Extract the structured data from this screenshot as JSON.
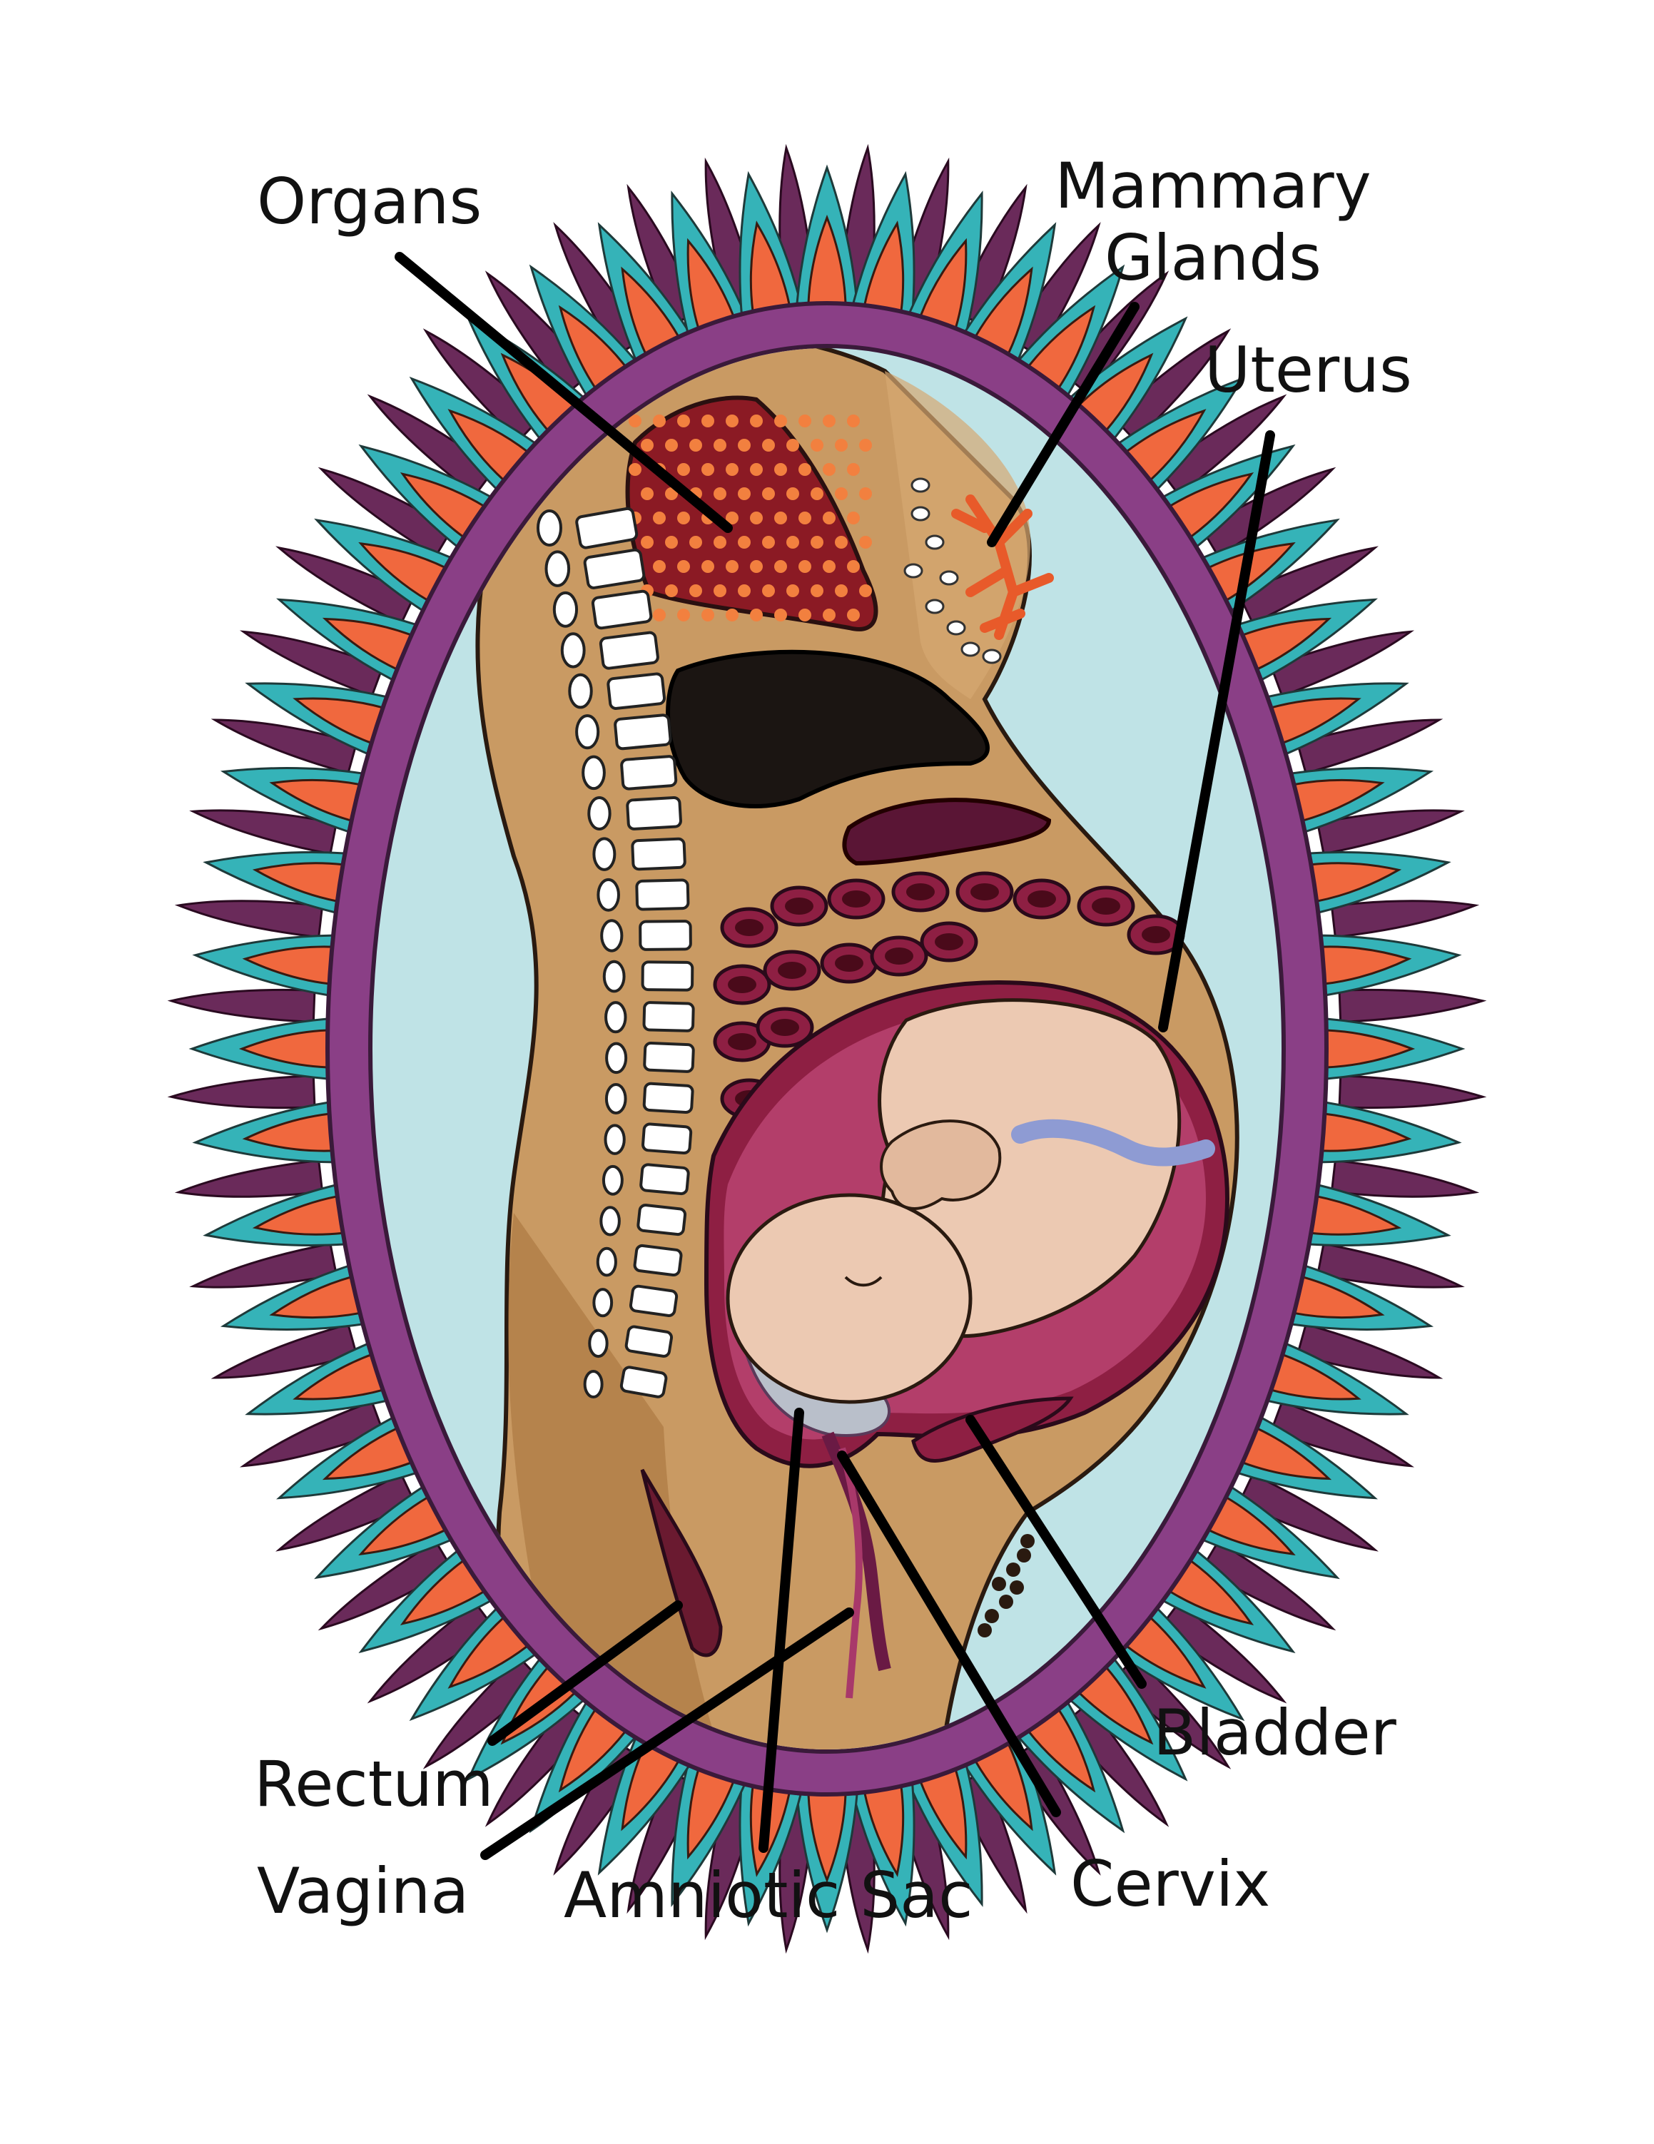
{
  "labels": {
    "organs": "Organs",
    "mammary_line1": "Mammary",
    "mammary_line2": "Glands",
    "uterus": "Uterus",
    "bladder": "Bladder",
    "rectum": "Rectum",
    "vagina": "Vagina",
    "amniotic_sac": "Amniotic Sac",
    "cervix": "Cervix"
  },
  "colors": {
    "frame_purple": "#8a3f86",
    "frame_purple_dark": "#5e2a5e",
    "teal": "#35b3b8",
    "orange": "#f0683e",
    "spike_purple": "#6a2a5a",
    "sky": "#bfe3e6",
    "body_tan": "#c99a63",
    "body_dark": "#a8743e",
    "organ_red": "#8b1a24",
    "organ_dots": "#f2803f",
    "stomach_black": "#1b1512",
    "liver_plum": "#5a1535",
    "uterus_wall": "#8e1f43",
    "baby_skin": "#ecc9b2",
    "amniotic_grey": "#b9bfca",
    "cord_blue": "#8e9bd3",
    "bone_white": "#ffffff",
    "leader_black": "#000000"
  }
}
